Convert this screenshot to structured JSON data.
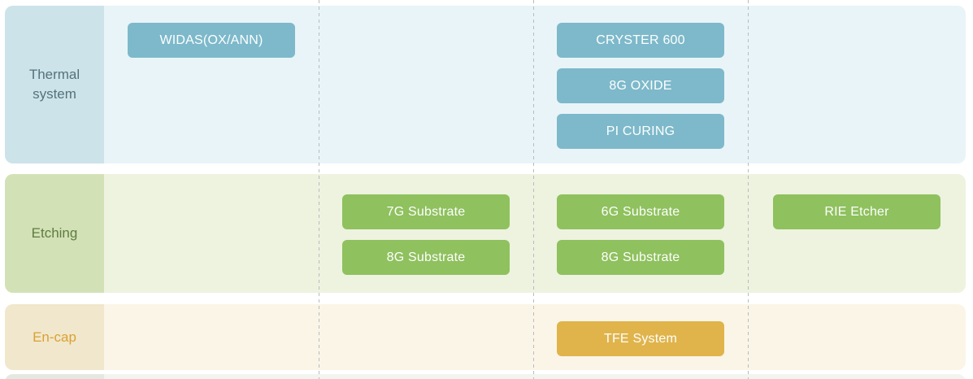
{
  "diagram": {
    "title": "equipment-lineup-matrix",
    "rows": [
      {
        "label": "Thermal system",
        "columns": {
          "col1": [
            "WIDAS(OX/ANN)"
          ],
          "col2": [],
          "col3": [
            "CRYSTER 600",
            "8G OXIDE",
            "PI CURING"
          ],
          "col4": []
        }
      },
      {
        "label": "Etching",
        "columns": {
          "col1": [],
          "col2": [
            "7G Substrate",
            "8G Substrate"
          ],
          "col3": [
            "6G Substrate",
            "8G Substrate"
          ],
          "col4": [
            "RIE Etcher"
          ]
        }
      },
      {
        "label": "En-cap",
        "columns": {
          "col1": [],
          "col2": [],
          "col3": [
            "TFE System"
          ],
          "col4": []
        }
      }
    ],
    "colors": {
      "thermal_row_bg": "#e9f4f8",
      "thermal_label_bg": "#cde3ea",
      "thermal_label_text": "#54727c",
      "thermal_chip": "#7db9ca",
      "etching_row_bg": "#edf3df",
      "etching_label_bg": "#d3e1b7",
      "etching_label_text": "#5e7c3f",
      "etching_chip": "#8fc15e",
      "encap_row_bg": "#faf5e7",
      "encap_label_bg": "#f1e7cc",
      "encap_label_text": "#d9a233",
      "encap_chip": "#e0b44b",
      "chip_text": "#fdfefe",
      "divider": "#b6bdbe",
      "partial_row_bg": "#f1f4ef",
      "partial_label_bg": "#e3e8e0"
    }
  }
}
